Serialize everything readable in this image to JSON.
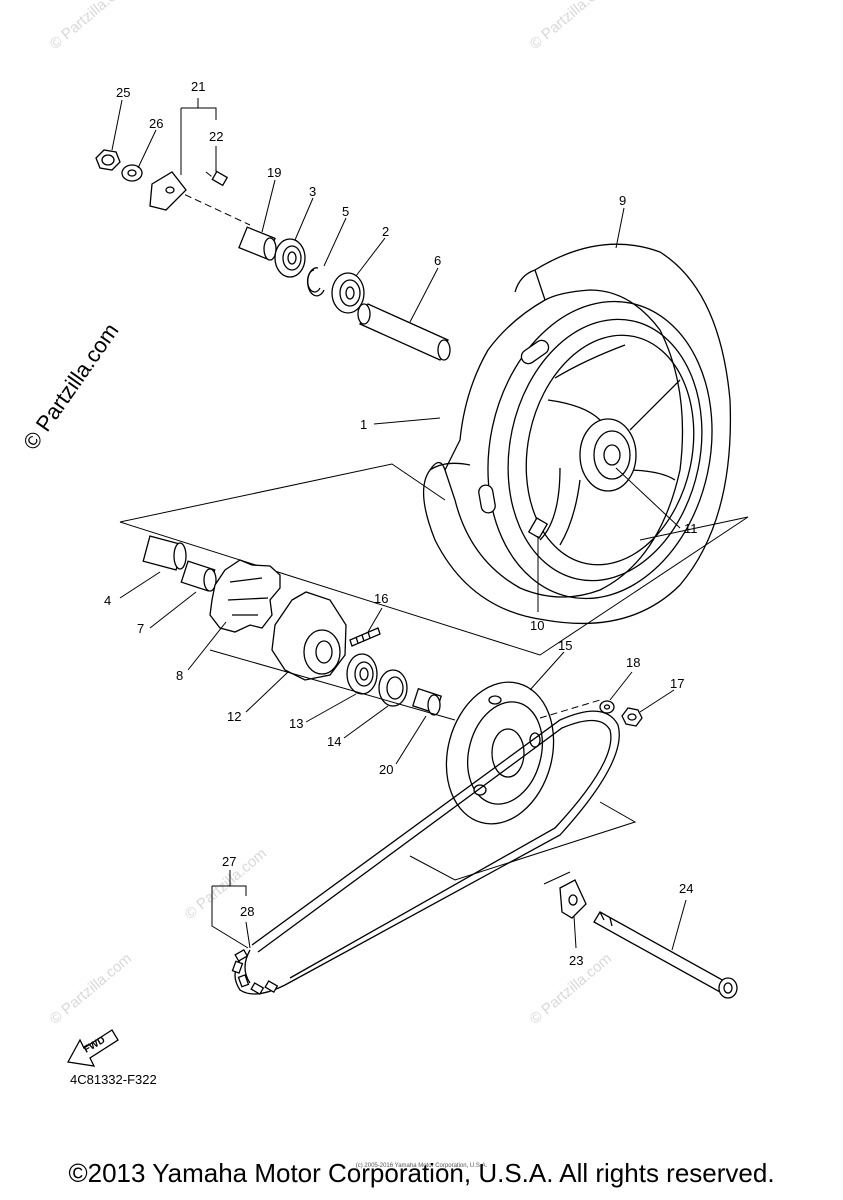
{
  "watermark": {
    "side_text": "© Partzilla.com",
    "corner_text": "© Partzilla.com"
  },
  "callouts": [
    {
      "id": "1",
      "text": "1"
    },
    {
      "id": "2",
      "text": "2"
    },
    {
      "id": "3",
      "text": "3"
    },
    {
      "id": "4",
      "text": "4"
    },
    {
      "id": "5",
      "text": "5"
    },
    {
      "id": "6",
      "text": "6"
    },
    {
      "id": "7",
      "text": "7"
    },
    {
      "id": "8",
      "text": "8"
    },
    {
      "id": "9",
      "text": "9"
    },
    {
      "id": "10",
      "text": "10"
    },
    {
      "id": "11",
      "text": "11"
    },
    {
      "id": "12",
      "text": "12"
    },
    {
      "id": "13",
      "text": "13"
    },
    {
      "id": "14",
      "text": "14"
    },
    {
      "id": "15",
      "text": "15"
    },
    {
      "id": "16",
      "text": "16"
    },
    {
      "id": "17",
      "text": "17"
    },
    {
      "id": "18",
      "text": "18"
    },
    {
      "id": "19",
      "text": "19"
    },
    {
      "id": "20",
      "text": "20"
    },
    {
      "id": "21",
      "text": "21"
    },
    {
      "id": "22",
      "text": "22"
    },
    {
      "id": "23",
      "text": "23"
    },
    {
      "id": "24",
      "text": "24"
    },
    {
      "id": "25",
      "text": "25"
    },
    {
      "id": "26",
      "text": "26"
    },
    {
      "id": "27",
      "text": "27"
    },
    {
      "id": "28",
      "text": "28"
    }
  ],
  "fwd_label": "FWD",
  "diagram_code": "4C81332-F322",
  "fine_print": "(c) 2005-2016 Yamaha Motor Corporation, U.S.A.",
  "copyright": "©2013 Yamaha Motor Corporation, U.S.A. All rights reserved."
}
